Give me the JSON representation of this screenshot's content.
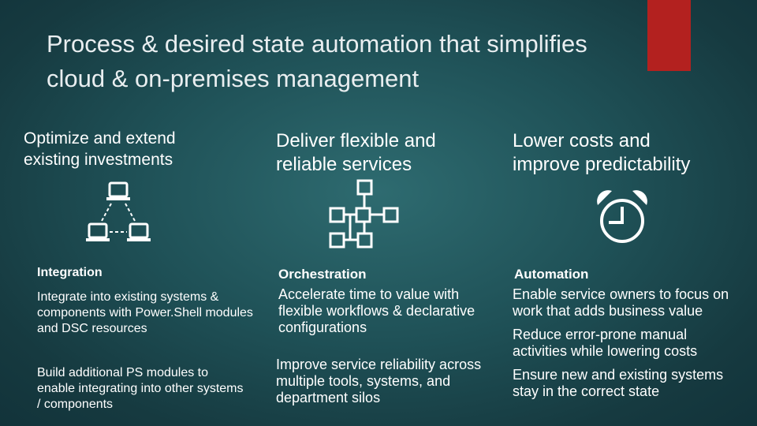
{
  "slide": {
    "title_line1": "Process & desired state automation that simplifies",
    "title_line2": "cloud & on-premises management",
    "accent_color": "#b3211f"
  },
  "columns": [
    {
      "heading_line1": "Optimize and extend",
      "heading_line2": "existing investments",
      "icon": "network-computers-icon",
      "subheading": "Integration",
      "paragraphs": [
        "Integrate into existing systems & components with Power.Shell modules and DSC resources",
        "Build additional PS modules to enable integrating into other systems / components"
      ]
    },
    {
      "heading_line1": "Deliver flexible and",
      "heading_line2": "reliable services",
      "icon": "workflow-icon",
      "subheading": "Orchestration",
      "paragraphs": [
        "Accelerate time to value with flexible workflows & declarative configurations",
        "Improve service reliability across multiple tools, systems, and department silos"
      ]
    },
    {
      "heading_line1": "Lower costs and",
      "heading_line2": "improve predictability",
      "icon": "alarm-clock-icon",
      "subheading": "Automation",
      "paragraphs": [
        "Enable service owners to focus on work that adds business value",
        "Reduce error-prone manual activities while lowering costs",
        "Ensure new and existing systems stay in the correct state"
      ]
    }
  ]
}
